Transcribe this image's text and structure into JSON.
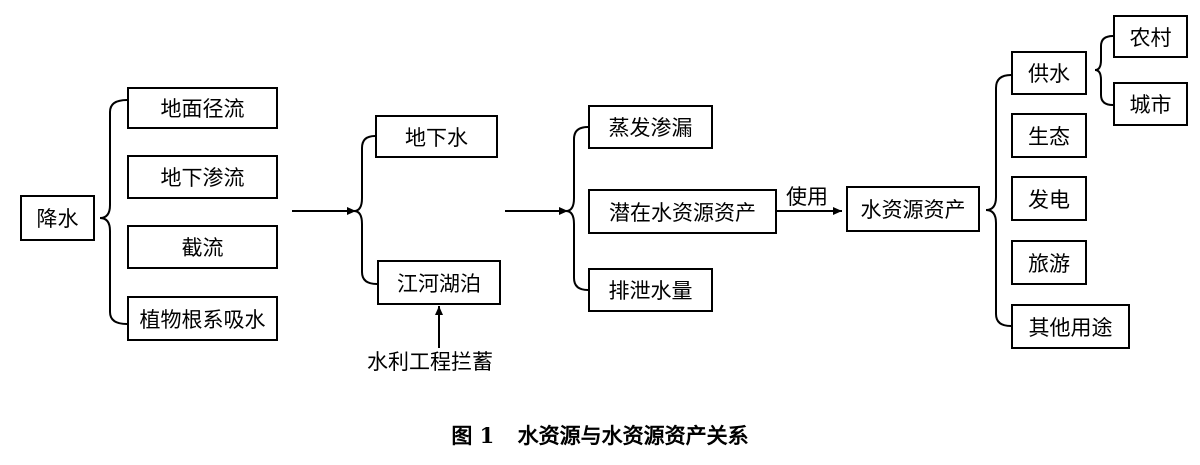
{
  "nodes": {
    "precipitation": "降水",
    "surface_runoff": "地面径流",
    "underground_seepage": "地下渗流",
    "interception": "截流",
    "plant_root_absorption": "植物根系吸水",
    "groundwater": "地下水",
    "rivers_lakes": "江河湖泊",
    "evaporation_leakage": "蒸发渗漏",
    "potential_water_assets": "潜在水资源资产",
    "drainage_volume": "排泄水量",
    "water_assets": "水资源资产",
    "water_supply": "供水",
    "rural": "农村",
    "urban": "城市",
    "ecology": "生态",
    "power_generation": "发电",
    "tourism": "旅游",
    "other_uses": "其他用途"
  },
  "labels": {
    "use": "使用",
    "hydraulic_storage": "水利工程拦蓄"
  },
  "caption": {
    "figure_no": "图 1",
    "title": "水资源与水资源资产关系"
  }
}
